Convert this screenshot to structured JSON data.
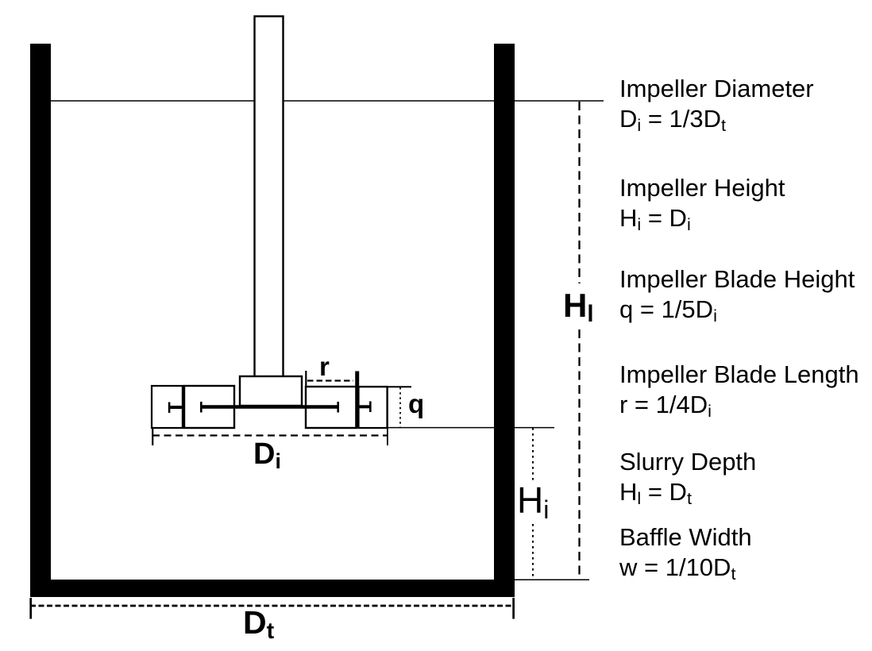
{
  "colors": {
    "ink": "#000000",
    "paper": "#ffffff"
  },
  "figure": "stirred-tank-geometry-diagram",
  "labels": {
    "r": {
      "base": "r",
      "sub": ""
    },
    "q": {
      "base": "q",
      "sub": ""
    },
    "Di": {
      "base": "D",
      "sub": "i"
    },
    "Hi": {
      "base": "H",
      "sub": "i"
    },
    "Hl": {
      "base": "H",
      "sub": "l"
    },
    "Dt": {
      "base": "D",
      "sub": "t"
    }
  },
  "legend": [
    {
      "title": "Impeller Diameter",
      "formula": {
        "p1": "D",
        "s1": "i",
        "p2": " = 1/3D",
        "s2": "t"
      }
    },
    {
      "title": "Impeller Height",
      "formula": {
        "p1": "H",
        "s1": "i",
        "p2": " = D",
        "s2": "i"
      }
    },
    {
      "title": "Impeller Blade Height",
      "formula": {
        "p1": "q = 1/5D",
        "s1": "i",
        "p2": "",
        "s2": ""
      }
    },
    {
      "title": "Impeller Blade Length",
      "formula": {
        "p1": "r = 1/4D",
        "s1": "i",
        "p2": "",
        "s2": ""
      }
    },
    {
      "title": "Slurry Depth",
      "formula": {
        "p1": "H",
        "s1": "l",
        "p2": " = D",
        "s2": "t"
      }
    },
    {
      "title": "Baffle Width",
      "formula": {
        "p1": "w = 1/10D",
        "s1": "t",
        "p2": "",
        "s2": ""
      }
    }
  ]
}
